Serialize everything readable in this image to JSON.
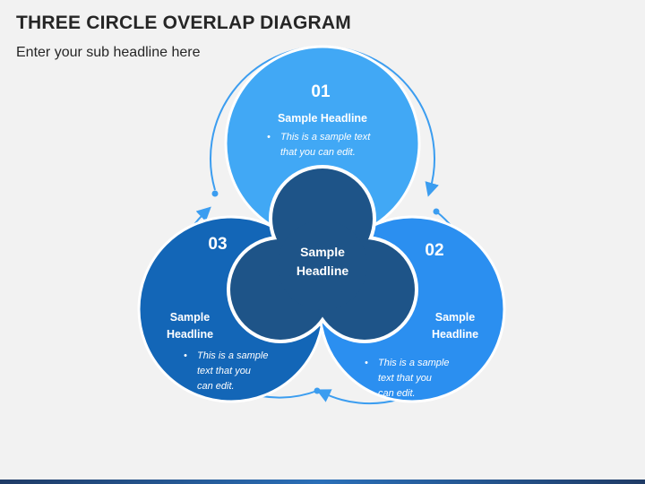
{
  "header": {
    "title": "THREE CIRCLE OVERLAP DIAGRAM",
    "subtitle": "Enter your sub headline here"
  },
  "colors": {
    "circle_01": "#41a8f5",
    "circle_02": "#2b8ff0",
    "circle_03": "#1366b7",
    "center": "#1e5488",
    "arrow": "#3b9df0"
  },
  "center": {
    "line1": "Sample",
    "line2": "Headline"
  },
  "items": [
    {
      "number": "01",
      "headline": "Sample Headline",
      "text_lines": [
        "This is a sample text",
        "that you can edit."
      ]
    },
    {
      "number": "02",
      "headline_lines": [
        "Sample",
        "Headline"
      ],
      "text_lines": [
        "This is a sample",
        "text that you",
        "can edit."
      ]
    },
    {
      "number": "03",
      "headline_lines": [
        "Sample",
        "Headline"
      ],
      "text_lines": [
        "This is a sample",
        "text that you",
        "can edit."
      ]
    }
  ]
}
